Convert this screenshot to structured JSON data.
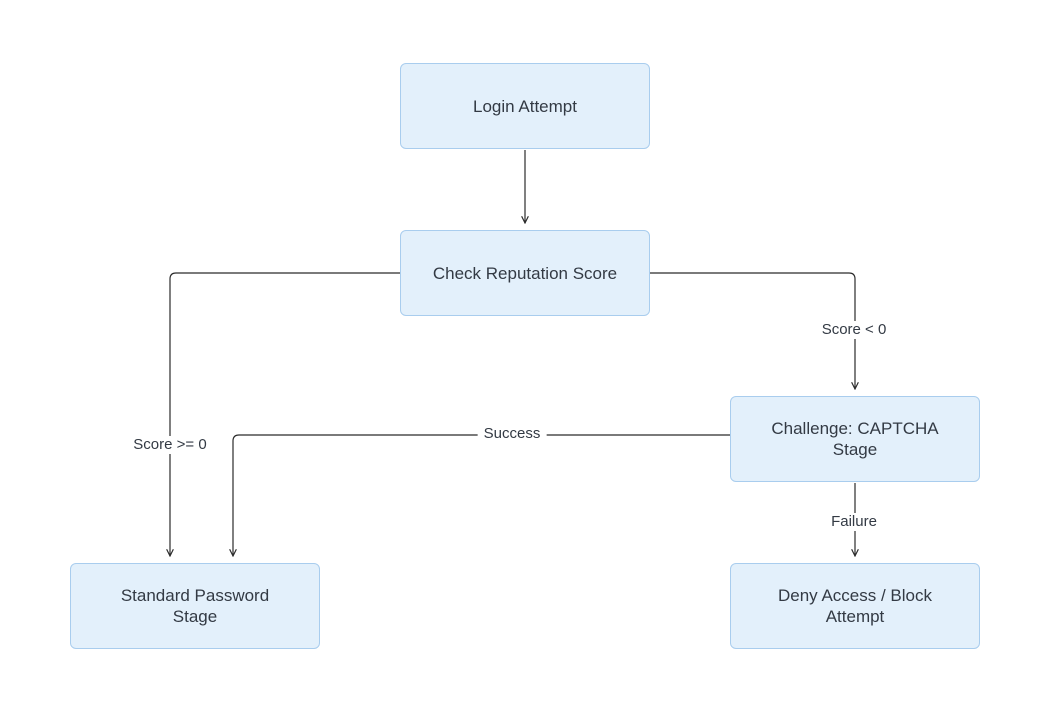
{
  "nodes": {
    "login_attempt": "Login Attempt",
    "check_reputation": "Check Reputation Score",
    "challenge_captcha": "Challenge: CAPTCHA Stage",
    "standard_password": "Standard Password Stage",
    "deny_access": "Deny Access / Block Attempt"
  },
  "edges": {
    "score_negative": "Score < 0",
    "score_non_negative": "Score >= 0",
    "success": "Success",
    "failure": "Failure"
  },
  "colors": {
    "node_fill": "#e3f0fb",
    "node_border": "#a9cdee",
    "line": "#2b2b2b",
    "text": "#333a44"
  }
}
